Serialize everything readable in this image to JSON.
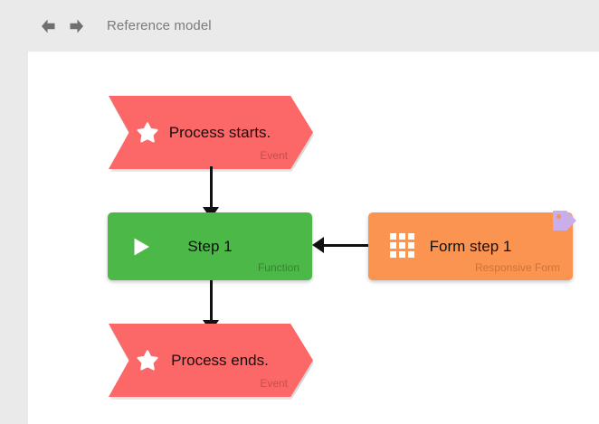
{
  "header": {
    "back_icon": "arrow-left-icon",
    "forward_icon": "arrow-right-icon",
    "title": "Reference model"
  },
  "colors": {
    "page_background": "#eaeaea",
    "canvas_background": "#ffffff",
    "event_node": "#fc6767",
    "event_sublabel": "#c44f4f",
    "function_node": "#4cb847",
    "function_sublabel": "#35842f",
    "form_node": "#fb9450",
    "form_sublabel": "#cf7238",
    "tag_badge": "#c9aeea",
    "connector": "#111111",
    "title_text": "#7b7b7b",
    "node_text": "#111111"
  },
  "diagram": {
    "nodes": [
      {
        "id": "process-starts",
        "title": "Process starts.",
        "sublabel": "Event",
        "icon": "star-icon",
        "shape": "hexagon",
        "type": "event"
      },
      {
        "id": "step-1",
        "title": "Step 1",
        "sublabel": "Function",
        "icon": "play-icon",
        "shape": "rectangle",
        "type": "function"
      },
      {
        "id": "form-step-1",
        "title": "Form step 1",
        "sublabel": "Responsive Form",
        "icon": "grid-icon",
        "badge_icon": "tag-icon",
        "shape": "rectangle",
        "type": "form"
      },
      {
        "id": "process-ends",
        "title": "Process ends.",
        "sublabel": "Event",
        "icon": "star-icon",
        "shape": "hexagon",
        "type": "event"
      }
    ],
    "connectors": [
      {
        "id": "starts-to-step1",
        "from": "process-starts",
        "to": "step-1",
        "direction": "down"
      },
      {
        "id": "form1-to-step1",
        "from": "form-step-1",
        "to": "step-1",
        "direction": "left"
      },
      {
        "id": "step1-to-ends",
        "from": "step-1",
        "to": "process-ends",
        "direction": "down"
      }
    ]
  }
}
